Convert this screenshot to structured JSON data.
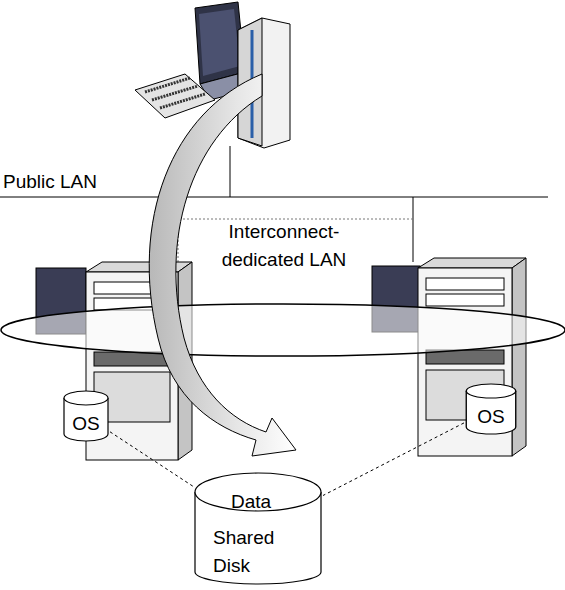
{
  "diagram": {
    "nodes": [
      {
        "text": [
          "OS"
        ]
      },
      {
        "text": [
          "OS"
        ]
      },
      {
        "text": [
          "Data",
          "Shared Disk"
        ]
      }
    ],
    "edges": [
      {
        "from": 0,
        "to": 2,
        "arrow": "none"
      },
      {
        "from": 1,
        "to": 2,
        "arrow": "none"
      }
    ],
    "labels": [
      "Public LAN",
      "Interconnect-dedicated LAN"
    ]
  }
}
